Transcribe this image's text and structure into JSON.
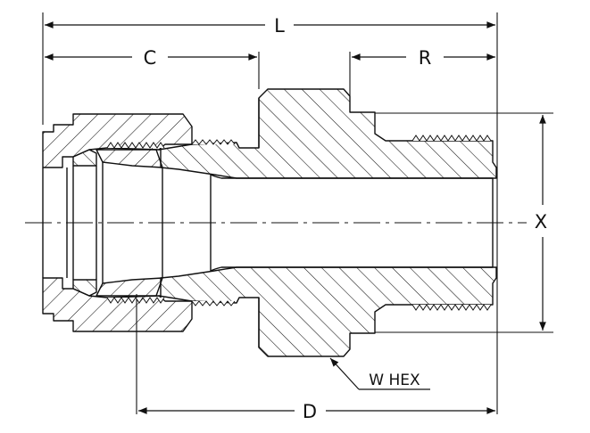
{
  "drawing": {
    "dimensions": {
      "overall_length": "L",
      "nut_length": "C",
      "thread_length": "R",
      "body_length": "D",
      "thread_size": "X"
    },
    "callout_label": "W HEX",
    "colors": {
      "line": "#111111",
      "background": "#ffffff"
    }
  }
}
